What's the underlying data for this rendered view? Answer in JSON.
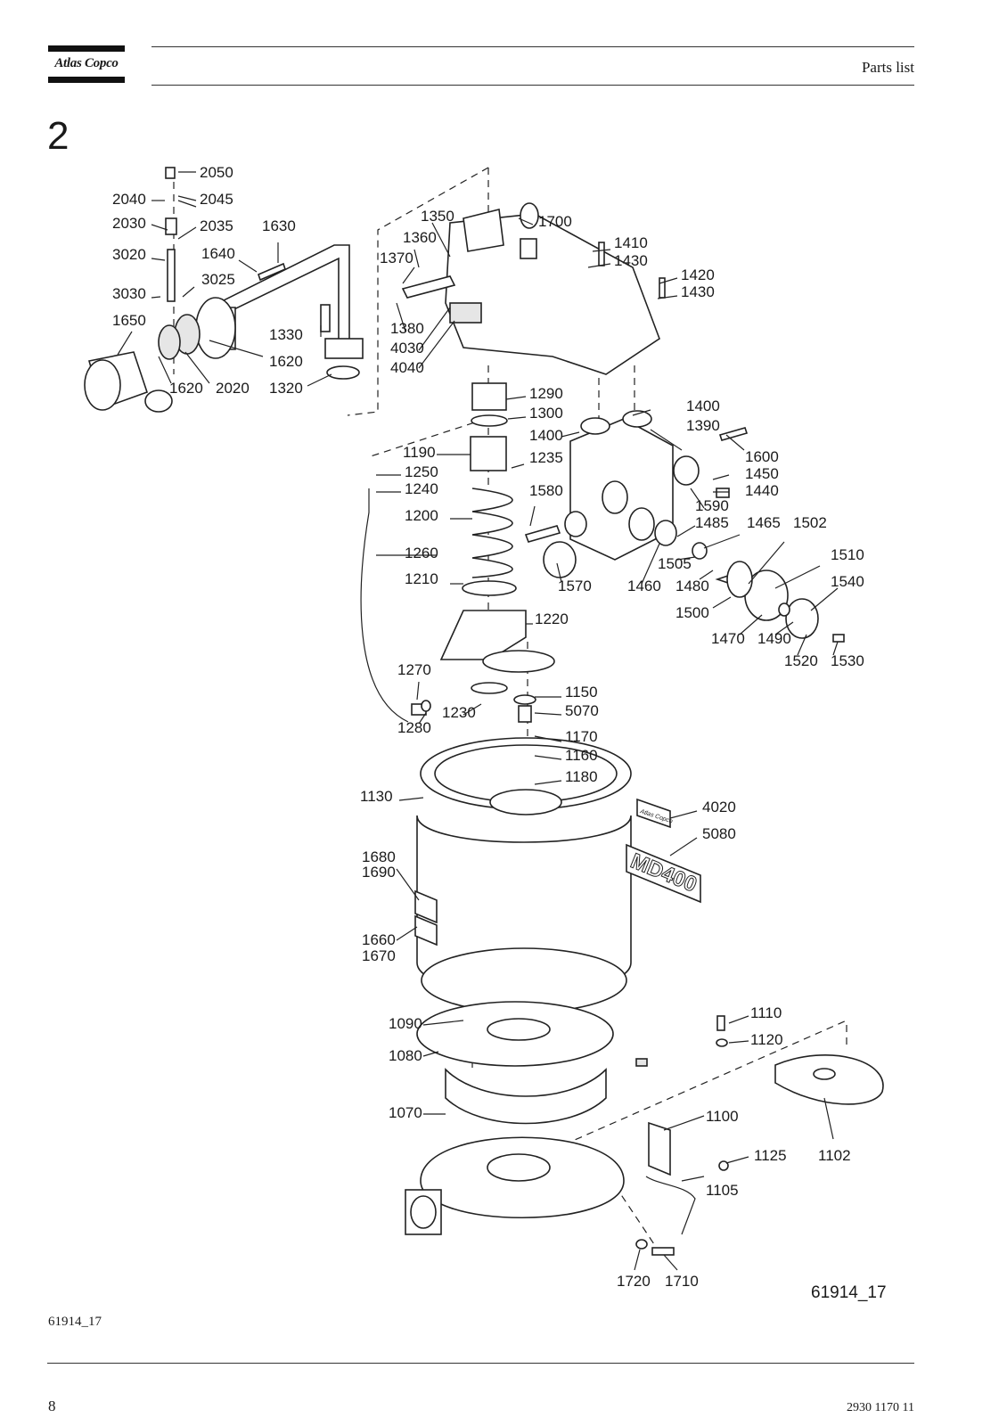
{
  "header": {
    "brand": "Atlas Copco",
    "title": "Parts list"
  },
  "section_number": "2",
  "drawing": {
    "id_label": "61914_17",
    "id_caption": "61914_17",
    "callouts": [
      "2050",
      "2040",
      "2045",
      "2030",
      "2035",
      "1630",
      "3020",
      "1640",
      "3025",
      "3030",
      "1650",
      "1620",
      "1620",
      "2020",
      "1330",
      "1320",
      "1350",
      "1700",
      "1360",
      "1410",
      "1430",
      "1370",
      "1420",
      "1430",
      "1380",
      "4030",
      "4040",
      "1290",
      "1300",
      "1400",
      "1390",
      "1400",
      "1190",
      "1600",
      "1235",
      "1450",
      "1250",
      "1440",
      "1240",
      "1580",
      "1590",
      "1200",
      "1485",
      "1465",
      "1502",
      "1260",
      "1510",
      "1505",
      "1570",
      "1460",
      "1480",
      "1540",
      "1210",
      "1500",
      "1470",
      "1490",
      "1220",
      "1520",
      "1530",
      "1270",
      "1150",
      "1230",
      "5070",
      "1280",
      "1170",
      "1160",
      "1180",
      "1130",
      "4020",
      "5080",
      "1680",
      "1690",
      "1660",
      "1670",
      "1110",
      "1090",
      "1120",
      "1080",
      "1070",
      "1100",
      "1125",
      "1102",
      "1105",
      "1720",
      "1710"
    ],
    "nameplate_text": "MD400",
    "decal_text": "Atlas Copco"
  },
  "footer": {
    "page_number": "8",
    "document_number": "2930 1170 11"
  }
}
